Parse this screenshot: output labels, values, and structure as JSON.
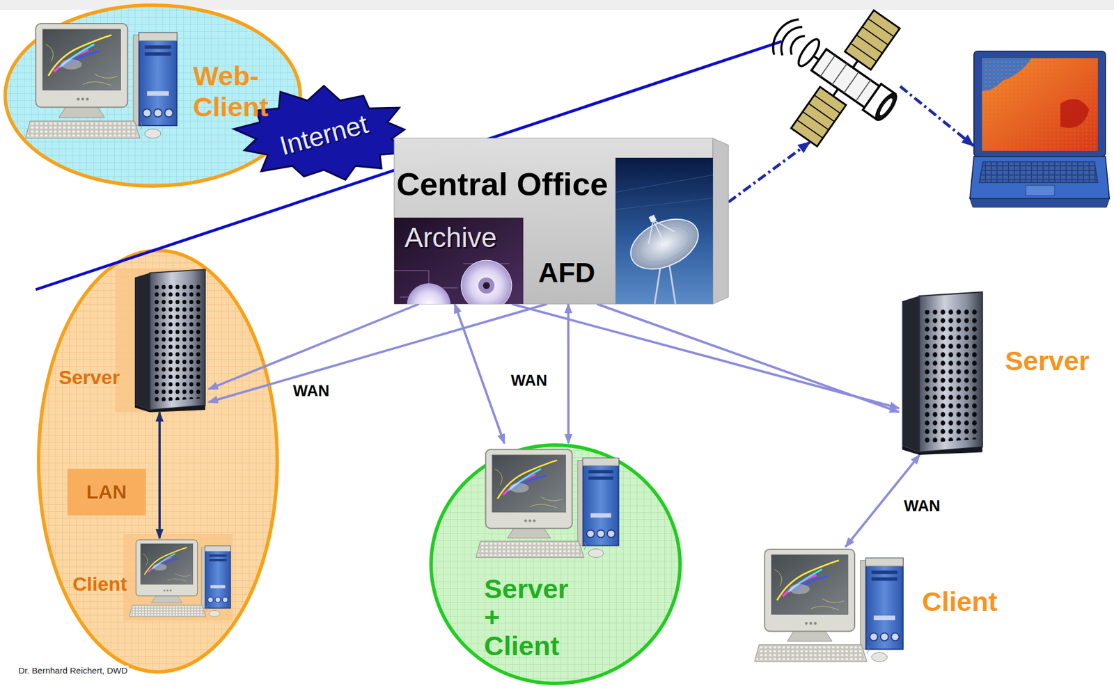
{
  "diagram": {
    "nodes": [
      {
        "text": [
          "Web- Client"
        ]
      },
      {
        "text": [
          "Internet"
        ]
      },
      {
        "text": [
          "Central Office",
          "Archive",
          "AFD"
        ]
      },
      {
        "text": [
          "Server"
        ]
      },
      {
        "text": [
          "Server"
        ]
      },
      {
        "text": [
          "Client"
        ]
      },
      {
        "text": [
          "Server + Client"
        ]
      },
      {
        "text": [
          "Client"
        ]
      }
    ],
    "edges": [
      {
        "from": 2,
        "to": 3,
        "label": "WAN",
        "arrow": "to"
      },
      {
        "from": 2,
        "to": 3,
        "arrow": "to"
      },
      {
        "from": 2,
        "to": 6,
        "arrow": "both"
      },
      {
        "from": 2,
        "to": 6,
        "label": "WAN",
        "arrow": "both"
      },
      {
        "from": 2,
        "to": 4,
        "arrow": "to"
      },
      {
        "from": 2,
        "to": 4,
        "arrow": "to"
      },
      {
        "from": 4,
        "to": 7,
        "label": "WAN",
        "arrow": "both"
      },
      {
        "from": 3,
        "to": 5,
        "label": "LAN",
        "arrow": "both"
      }
    ],
    "labels": [
      "Dr. Bernhard Reichert, DWD"
    ]
  }
}
